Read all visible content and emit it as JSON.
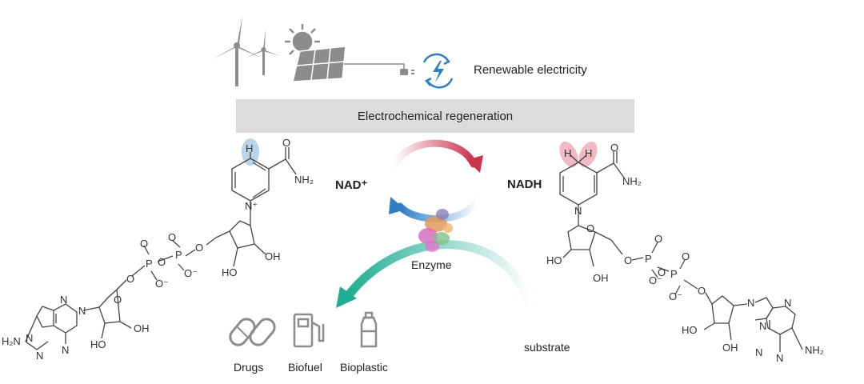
{
  "top": {
    "renewable_label": "Renewable electricity"
  },
  "banner": {
    "label": "Electrochemical regeneration"
  },
  "cycle": {
    "left_label": "NAD⁺",
    "right_label": "NADH",
    "enzyme_label": "Enzyme",
    "substrate_label": "substrate"
  },
  "products": [
    {
      "label": "Drugs",
      "icon": "pills-icon"
    },
    {
      "label": "Biofuel",
      "icon": "fuel-pump-icon"
    },
    {
      "label": "Bioplastic",
      "icon": "bottle-icon"
    }
  ],
  "nad_struct": {
    "h_top": "H",
    "o1": "O",
    "nh2": "NH₂",
    "nplus": "N⁺",
    "oh1": "OH",
    "ho1": "HO",
    "p_o1": "O",
    "p_o2": "O",
    "p1": "P",
    "p_o3": "O",
    "p_om1": "O⁻",
    "p2": "P",
    "p_om2": "O⁻",
    "p_o4": "O",
    "p_o5": "O",
    "adenine_nh2": "H₂N",
    "n1": "N",
    "n2": "N",
    "n3": "N",
    "n4": "N",
    "n5": "N",
    "oh2": "OH",
    "ho2": "HO",
    "o_ring": "O"
  },
  "nadh_struct": {
    "h1": "H",
    "h2": "H",
    "o1": "O",
    "nh2": "NH₂",
    "n_ring": "N",
    "ho1": "HO",
    "oh1": "OH",
    "o_ring": "O",
    "p_o1": "O",
    "p_o2": "O",
    "p1": "P",
    "p_o3": "O",
    "p_om1": "O⁻",
    "p2": "P",
    "p_om2": "O⁻",
    "p_o4": "O",
    "p_o5": "O",
    "adenine_nh2": "NH₂",
    "n1": "N",
    "n2": "N",
    "n3": "N",
    "n4": "N",
    "n5": "N",
    "ho2": "HO",
    "oh2": "OH"
  },
  "colors": {
    "red_arrow": "#c8344a",
    "blue_arrow": "#2f7dc4",
    "teal_arrow": "#1fae93",
    "gray_icon": "#8c8c8c",
    "banner_bg": "#dcdcdc",
    "h_highlight_blue": "#b9d4ea",
    "h_highlight_red": "#f0b9c4"
  }
}
